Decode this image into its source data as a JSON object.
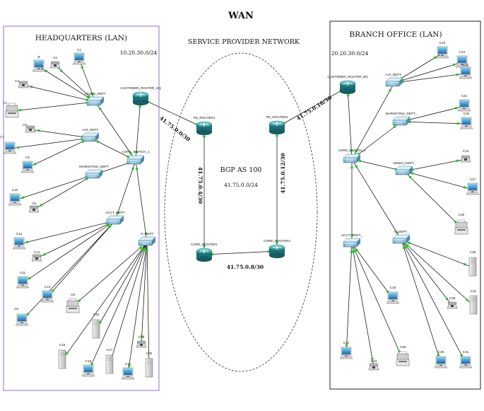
{
  "title": "WAN",
  "zones": {
    "hq": {
      "title": "HEADQUARTERS (LAN)",
      "subnet": "10.20.30.0/24"
    },
    "sp": {
      "title": "SERVICE PROVIDER NETWORK",
      "bgp": "BGP AS 100",
      "net": "41.75.0.0/24"
    },
    "br": {
      "title": "BRANCH OFFICE (LAN)",
      "subnet": "20.20.30.0/24"
    }
  },
  "links": {
    "hq_wan": "41.75.0.0/30",
    "pe1_core1": "41.75.0.4/30",
    "pe2_core2": "41.75.0.12/30",
    "core1_core2": "41.75.0.8/30",
    "br_wan": "41.75.0.16/30"
  },
  "routers": {
    "hq_edge": "CUSTOMER_ROUTER_HQ",
    "br_edge": "CUSTOMER_ROUTER_BO",
    "pe1": "PE_ROUTER1",
    "pe2": "PE_ROUTER2",
    "core1": "CORE_ROUTER1",
    "core2": "CORE_ROUTER2"
  },
  "switches": {
    "hq_admin": "ADMIN_DEPT",
    "hq_hr": "H.R_DEPT",
    "hq_core": "CORE_SWITCH_1",
    "hq_mkt": "MARKETING_DEPT",
    "hq_acct": "ACCT_DEPT",
    "hq_it": "IT_DEPT",
    "br_hr": "H.R_DEPT_",
    "br_mkt": "MARKETING_DEPT_",
    "br_core": "CORE_SWITCH_2",
    "br_admin": "ADMIN_DEPT_",
    "br_acct": "ACCT_DEPT_",
    "br_it": "IT_DEPT_"
  },
  "devices": {
    "B": "B",
    "C2": "C2",
    "C1": "C1",
    "C3": "C3",
    "C4": "C4",
    "C6": "C6",
    "C7": "C7",
    "C5": "C5",
    "C10": "C10",
    "C9h": "C9",
    "C12": "C12",
    "C14": "C14",
    "C11": "C11",
    "C13": "C13",
    "C8": "C8",
    "C9": "C9",
    "C15": "C15",
    "C16": "C16",
    "C18": "C18",
    "C17": "C17",
    "C16b": "C16",
    "C19": "C19",
    "C30": "C30",
    "C23": "C23",
    "C24": "C24",
    "C22": "C22",
    "C21": "C21",
    "C25": "C25",
    "C13b": "C13",
    "C27": "C27",
    "C26": "C26",
    "C29": "C29",
    "C28": "C28",
    "C31": "C31",
    "C30b": "C30",
    "C33": "C33",
    "C32": "C32",
    "C34": "C34",
    "C35": "C35",
    "C36": "C36"
  }
}
